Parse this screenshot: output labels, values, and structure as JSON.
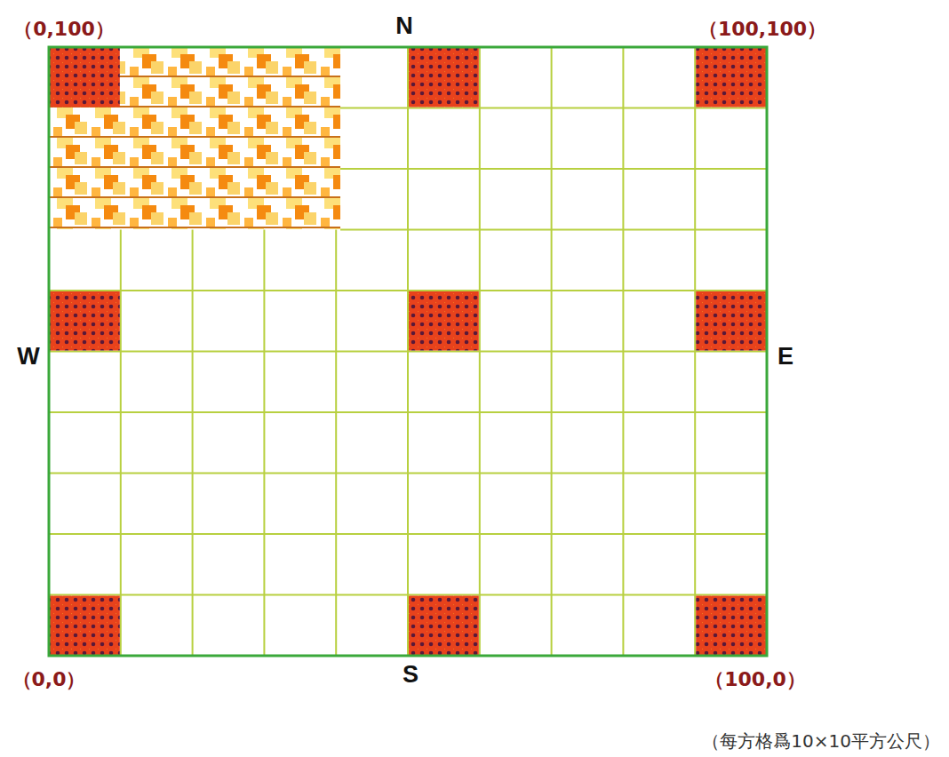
{
  "diagram": {
    "caption": "（每方格爲10×10平方公尺）",
    "labels": [
      "（0,100）",
      "N",
      "（100,100）",
      "W",
      "E",
      "（0,0）",
      "S",
      "（100,0）"
    ]
  }
}
